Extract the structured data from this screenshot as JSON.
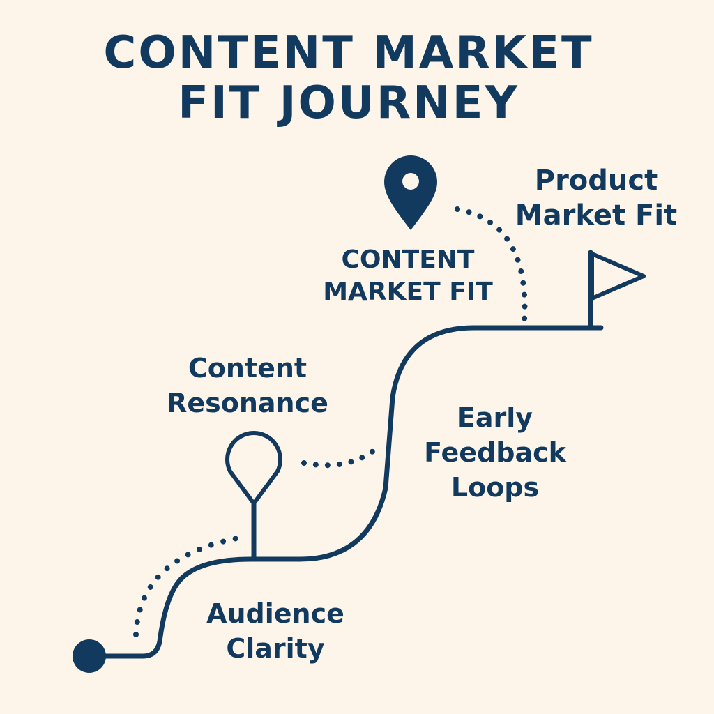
{
  "title": {
    "line1": "CONTENT MARKET",
    "line2": "FIT JOURNEY"
  },
  "milestones": {
    "product_market_fit": {
      "line1": "Product",
      "line2": "Market Fit",
      "icon": "flag-icon"
    },
    "content_market_fit": {
      "line1": "CONTENT",
      "line2": "MARKET FIT",
      "icon": "location-pin-icon"
    },
    "content_resonance": {
      "line1": "Content",
      "line2": "Resonance",
      "icon": "balloon-marker-icon"
    },
    "early_feedback_loops": {
      "line1": "Early",
      "line2": "Feedback",
      "line3": "Loops"
    },
    "audience_clarity": {
      "line1": "Audience",
      "line2": "Clarity",
      "icon": "start-dot-icon"
    }
  },
  "colors": {
    "background": "#fdf5ea",
    "ink": "#123a5f"
  }
}
